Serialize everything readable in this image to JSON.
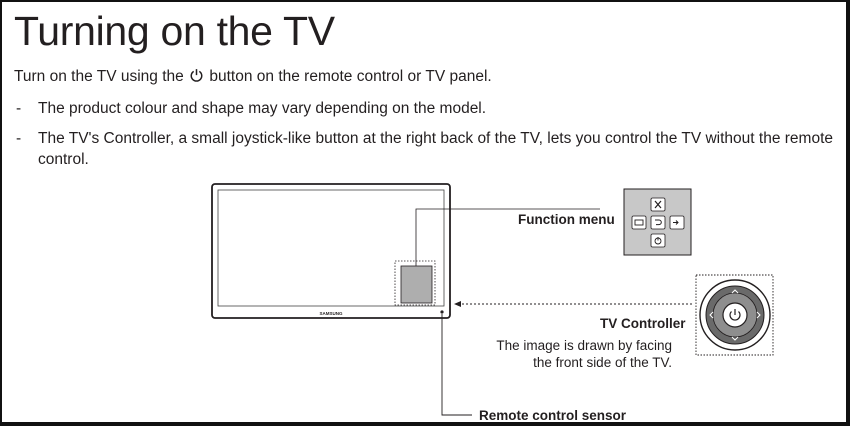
{
  "title": "Turning on the TV",
  "intro": {
    "before": "Turn on the TV using the",
    "icon": "power-icon",
    "after": "button on the remote control or TV panel."
  },
  "bullets": [
    {
      "dash": "-",
      "text": "The product colour and shape may vary depending on the model."
    },
    {
      "dash": "-",
      "text": "The TV's Controller, a small joystick-like button at the right back of the TV, lets you control the TV without the remote control."
    }
  ],
  "diagram": {
    "tv_brand": "SAMSUNG",
    "function_menu_label": "Function menu",
    "tv_controller_label": "TV Controller",
    "note_lines": [
      "The image is drawn by facing",
      "the front side of the TV."
    ],
    "remote_sensor_label": "Remote control sensor"
  }
}
